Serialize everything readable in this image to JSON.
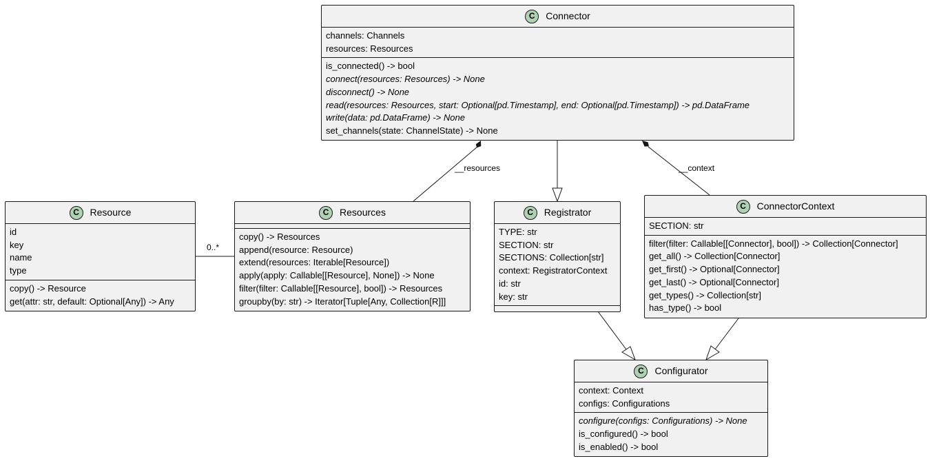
{
  "classes": {
    "connector": {
      "name": "Connector",
      "attributes": [
        "channels: Channels",
        "resources: Resources"
      ],
      "methods": [
        "is_connected() -> bool",
        "connect(resources: Resources) -> None",
        "disconnect() -> None",
        "read(resources: Resources, start: Optional[pd.Timestamp], end: Optional[pd.Timestamp]) -> pd.DataFrame",
        "write(data: pd.DataFrame) -> None",
        "set_channels(state: ChannelState) -> None"
      ]
    },
    "resource": {
      "name": "Resource",
      "attributes": [
        "id",
        "key",
        "name",
        "type"
      ],
      "methods": [
        "copy() -> Resource",
        "get(attr: str, default: Optional[Any]) -> Any"
      ]
    },
    "resources": {
      "name": "Resources",
      "methods": [
        "copy() -> Resources",
        "append(resource: Resource)",
        "extend(resources: Iterable[Resource])",
        "apply(apply: Callable[[Resource], None]) -> None",
        "filter(filter: Callable[[Resource], bool]) -> Resources",
        "groupby(by: str) -> Iterator[Tuple[Any, Collection[R]]]"
      ]
    },
    "registrator": {
      "name": "Registrator",
      "attributes": [
        "TYPE: str",
        "SECTION: str",
        "SECTIONS: Collection[str]",
        "context: RegistratorContext",
        "id: str",
        "key: str"
      ]
    },
    "connector_context": {
      "name": "ConnectorContext",
      "attributes": [
        "SECTION: str"
      ],
      "methods": [
        "filter(filter: Callable[[Connector], bool]) -> Collection[Connector]",
        "get_all() -> Collection[Connector]",
        "get_first() -> Optional[Connector]",
        "get_last() -> Optional[Connector]",
        "get_types() -> Collection[str]",
        "has_type() -> bool"
      ]
    },
    "configurator": {
      "name": "Configurator",
      "attributes": [
        "context: Context",
        "configs: Configurations"
      ],
      "methods": [
        "configure(configs: Configurations) -> None",
        "is_configured() -> bool",
        "is_enabled() -> bool"
      ]
    }
  },
  "badge_letter": "C",
  "edge_labels": {
    "resources": "__resources",
    "context": "__context",
    "multiplicity": "0..*"
  },
  "colors": {
    "class_fill": "#f1f1f1",
    "border": "#181818",
    "badge": "#add1b2"
  }
}
